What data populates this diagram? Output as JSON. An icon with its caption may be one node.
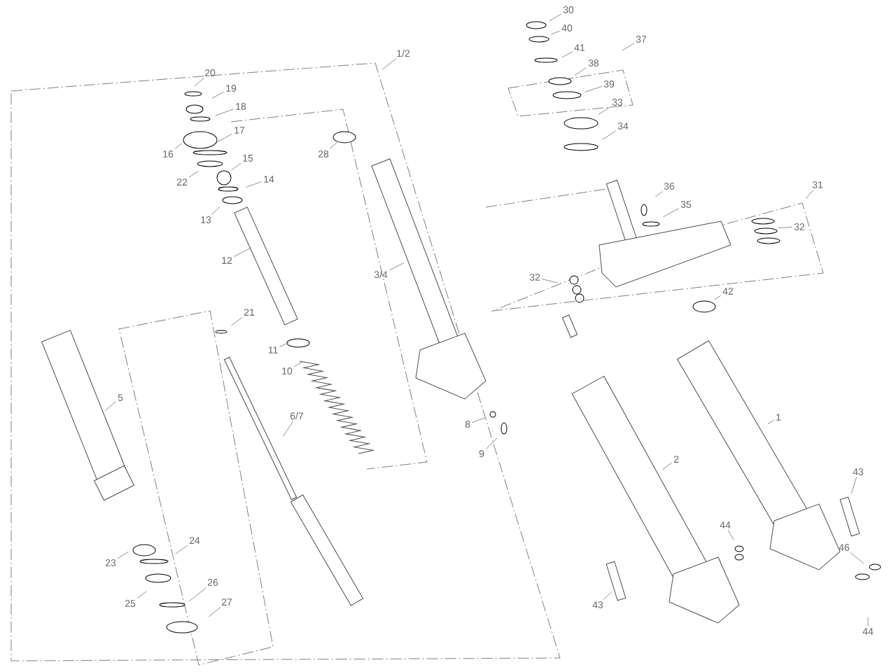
{
  "diagram": {
    "nodes": [
      {
        "text": [
          "1/2"
        ]
      },
      {
        "text": [
          "20"
        ]
      },
      {
        "text": [
          "19"
        ]
      },
      {
        "text": [
          "18"
        ]
      },
      {
        "text": [
          "17"
        ]
      },
      {
        "text": [
          "16"
        ]
      },
      {
        "text": [
          "22"
        ]
      },
      {
        "text": [
          "15"
        ]
      },
      {
        "text": [
          "14"
        ]
      },
      {
        "text": [
          "28"
        ]
      },
      {
        "text": [
          "13"
        ]
      },
      {
        "text": [
          "12"
        ]
      },
      {
        "text": [
          "3/4"
        ]
      },
      {
        "text": [
          "21"
        ]
      },
      {
        "text": [
          "11"
        ]
      },
      {
        "text": [
          "10"
        ]
      },
      {
        "text": [
          "6/7"
        ]
      },
      {
        "text": [
          "5"
        ]
      },
      {
        "text": [
          "23"
        ]
      },
      {
        "text": [
          "24"
        ]
      },
      {
        "text": [
          "25"
        ]
      },
      {
        "text": [
          "26"
        ]
      },
      {
        "text": [
          "27"
        ]
      },
      {
        "text": [
          "8"
        ]
      },
      {
        "text": [
          "9"
        ]
      },
      {
        "text": [
          "30"
        ]
      },
      {
        "text": [
          "40"
        ]
      },
      {
        "text": [
          "41"
        ]
      },
      {
        "text": [
          "37"
        ]
      },
      {
        "text": [
          "38"
        ]
      },
      {
        "text": [
          "39"
        ]
      },
      {
        "text": [
          "33"
        ]
      },
      {
        "text": [
          "34"
        ]
      },
      {
        "text": [
          "36"
        ]
      },
      {
        "text": [
          "35"
        ]
      },
      {
        "text": [
          "31"
        ]
      },
      {
        "text": [
          "32"
        ]
      },
      {
        "text": [
          "32"
        ]
      },
      {
        "text": [
          "42"
        ]
      },
      {
        "text": [
          "1"
        ]
      },
      {
        "text": [
          "2"
        ]
      },
      {
        "text": [
          "43"
        ]
      },
      {
        "text": [
          "43"
        ]
      },
      {
        "text": [
          "44"
        ]
      },
      {
        "text": [
          "46"
        ]
      },
      {
        "text": [
          "44"
        ]
      }
    ],
    "edges": [
      {
        "from": 0,
        "to": null,
        "arrow": "none"
      },
      {
        "from": 1,
        "to": null,
        "arrow": "none"
      },
      {
        "from": 2,
        "to": null,
        "arrow": "none"
      },
      {
        "from": 3,
        "to": null,
        "arrow": "none"
      },
      {
        "from": 4,
        "to": null,
        "arrow": "none"
      },
      {
        "from": 5,
        "to": null,
        "arrow": "none"
      },
      {
        "from": 6,
        "to": null,
        "arrow": "none"
      },
      {
        "from": 7,
        "to": null,
        "arrow": "none"
      },
      {
        "from": 8,
        "to": null,
        "arrow": "none"
      },
      {
        "from": 9,
        "to": null,
        "arrow": "none"
      },
      {
        "from": 10,
        "to": null,
        "arrow": "none"
      },
      {
        "from": 11,
        "to": null,
        "arrow": "none"
      },
      {
        "from": 12,
        "to": null,
        "arrow": "none"
      },
      {
        "from": 13,
        "to": null,
        "arrow": "none"
      },
      {
        "from": 14,
        "to": null,
        "arrow": "none"
      },
      {
        "from": 15,
        "to": null,
        "arrow": "none"
      },
      {
        "from": 16,
        "to": null,
        "arrow": "none"
      },
      {
        "from": 17,
        "to": null,
        "arrow": "none"
      },
      {
        "from": 18,
        "to": null,
        "arrow": "none"
      },
      {
        "from": 19,
        "to": null,
        "arrow": "none"
      },
      {
        "from": 20,
        "to": null,
        "arrow": "none"
      },
      {
        "from": 21,
        "to": null,
        "arrow": "none"
      },
      {
        "from": 22,
        "to": null,
        "arrow": "none"
      },
      {
        "from": 23,
        "to": null,
        "arrow": "none"
      },
      {
        "from": 24,
        "to": null,
        "arrow": "none"
      },
      {
        "from": 25,
        "to": null,
        "arrow": "none"
      },
      {
        "from": 26,
        "to": null,
        "arrow": "none"
      },
      {
        "from": 27,
        "to": null,
        "arrow": "none"
      },
      {
        "from": 28,
        "to": null,
        "arrow": "none"
      },
      {
        "from": 29,
        "to": null,
        "arrow": "none"
      },
      {
        "from": 30,
        "to": null,
        "arrow": "none"
      },
      {
        "from": 31,
        "to": null,
        "arrow": "none"
      },
      {
        "from": 32,
        "to": null,
        "arrow": "none"
      },
      {
        "from": 33,
        "to": null,
        "arrow": "none"
      },
      {
        "from": 34,
        "to": null,
        "arrow": "none"
      },
      {
        "from": 35,
        "to": null,
        "arrow": "none"
      },
      {
        "from": 36,
        "to": null,
        "arrow": "none"
      },
      {
        "from": 37,
        "to": null,
        "arrow": "none"
      },
      {
        "from": 38,
        "to": null,
        "arrow": "none"
      },
      {
        "from": 39,
        "to": null,
        "arrow": "none"
      },
      {
        "from": 40,
        "to": null,
        "arrow": "none"
      },
      {
        "from": 41,
        "to": null,
        "arrow": "none"
      },
      {
        "from": 42,
        "to": null,
        "arrow": "none"
      },
      {
        "from": 43,
        "to": null,
        "arrow": "none"
      },
      {
        "from": 44,
        "to": null,
        "arrow": "none"
      },
      {
        "from": 45,
        "to": null,
        "arrow": "none"
      }
    ]
  }
}
